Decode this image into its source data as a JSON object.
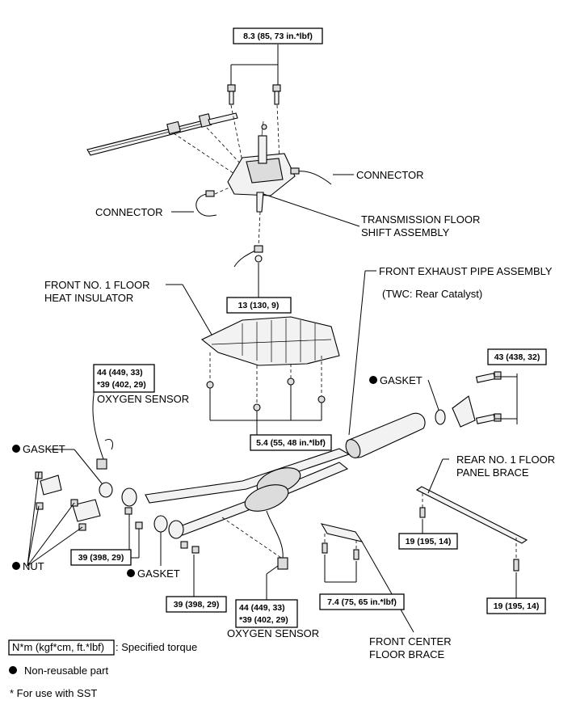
{
  "labels": {
    "connector_right": "CONNECTOR",
    "connector_left": "CONNECTOR",
    "shift_assembly_line1": "TRANSMISSION FLOOR",
    "shift_assembly_line2": "SHIFT ASSEMBLY",
    "heat_insulator_line1": "FRONT NO. 1 FLOOR",
    "heat_insulator_line2": "HEAT INSULATOR",
    "exhaust_pipe": "FRONT EXHAUST PIPE ASSEMBLY",
    "twc_note": "(TWC: Rear Catalyst)",
    "gasket_right": "GASKET",
    "gasket_left": "GASKET",
    "gasket_bottom": "GASKET",
    "oxygen_sensor_upper": "OXYGEN SENSOR",
    "oxygen_sensor_lower": "OXYGEN SENSOR",
    "rear_brace_line1": "REAR NO. 1 FLOOR",
    "rear_brace_line2": "PANEL BRACE",
    "nut": "NUT",
    "front_center_line1": "FRONT CENTER",
    "front_center_line2": "FLOOR BRACE"
  },
  "torques": {
    "shift_bolts": "8.3 (85, 73 in.*lbf)",
    "shift_nut": "13 (130, 9)",
    "rear_flange_bolts": "43 (438, 32)",
    "insulator_bolts": "5.4 (55, 48 in.*lbf)",
    "o2_upper_line1": "44 (449, 33)",
    "o2_upper_line2": "*39 (402, 29)",
    "o2_lower_line1": "44 (449, 33)",
    "o2_lower_line2": "*39 (402, 29)",
    "flange_left": "39 (398, 29)",
    "flange_center": "39 (398, 29)",
    "center_brace": "7.4 (75, 65 in.*lbf)",
    "rear_brace_left": "19 (195, 14)",
    "rear_brace_right": "19 (195, 14)"
  },
  "legend": {
    "torque_unit": "N*m (kgf*cm, ft.*lbf)",
    "torque_desc": ": Specified torque",
    "non_reusable": "Non-reusable part",
    "sst_note": "* For use with SST"
  }
}
